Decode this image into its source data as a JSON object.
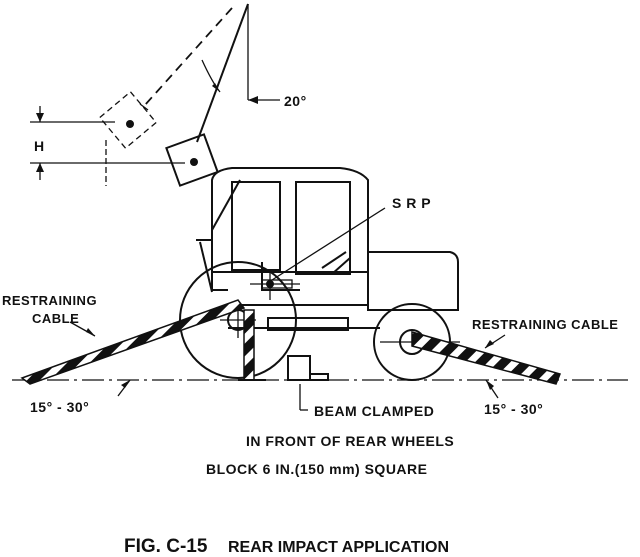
{
  "labels": {
    "angle_top": "20°",
    "height": "H",
    "srp": "S R P",
    "restraining_cable_left_1": "RESTRAINING",
    "restraining_cable_left_2": "CABLE",
    "restraining_cable_right": "RESTRAINING CABLE",
    "angle_left": "15° - 30°",
    "angle_right": "15° - 30°",
    "beam_1": "BEAM CLAMPED",
    "beam_2": "IN FRONT OF REAR WHEELS",
    "beam_3": "BLOCK  6 IN.(150 mm)  SQUARE"
  },
  "caption": {
    "fig_number": "FIG. C-15",
    "title": "REAR IMPACT APPLICATION"
  }
}
